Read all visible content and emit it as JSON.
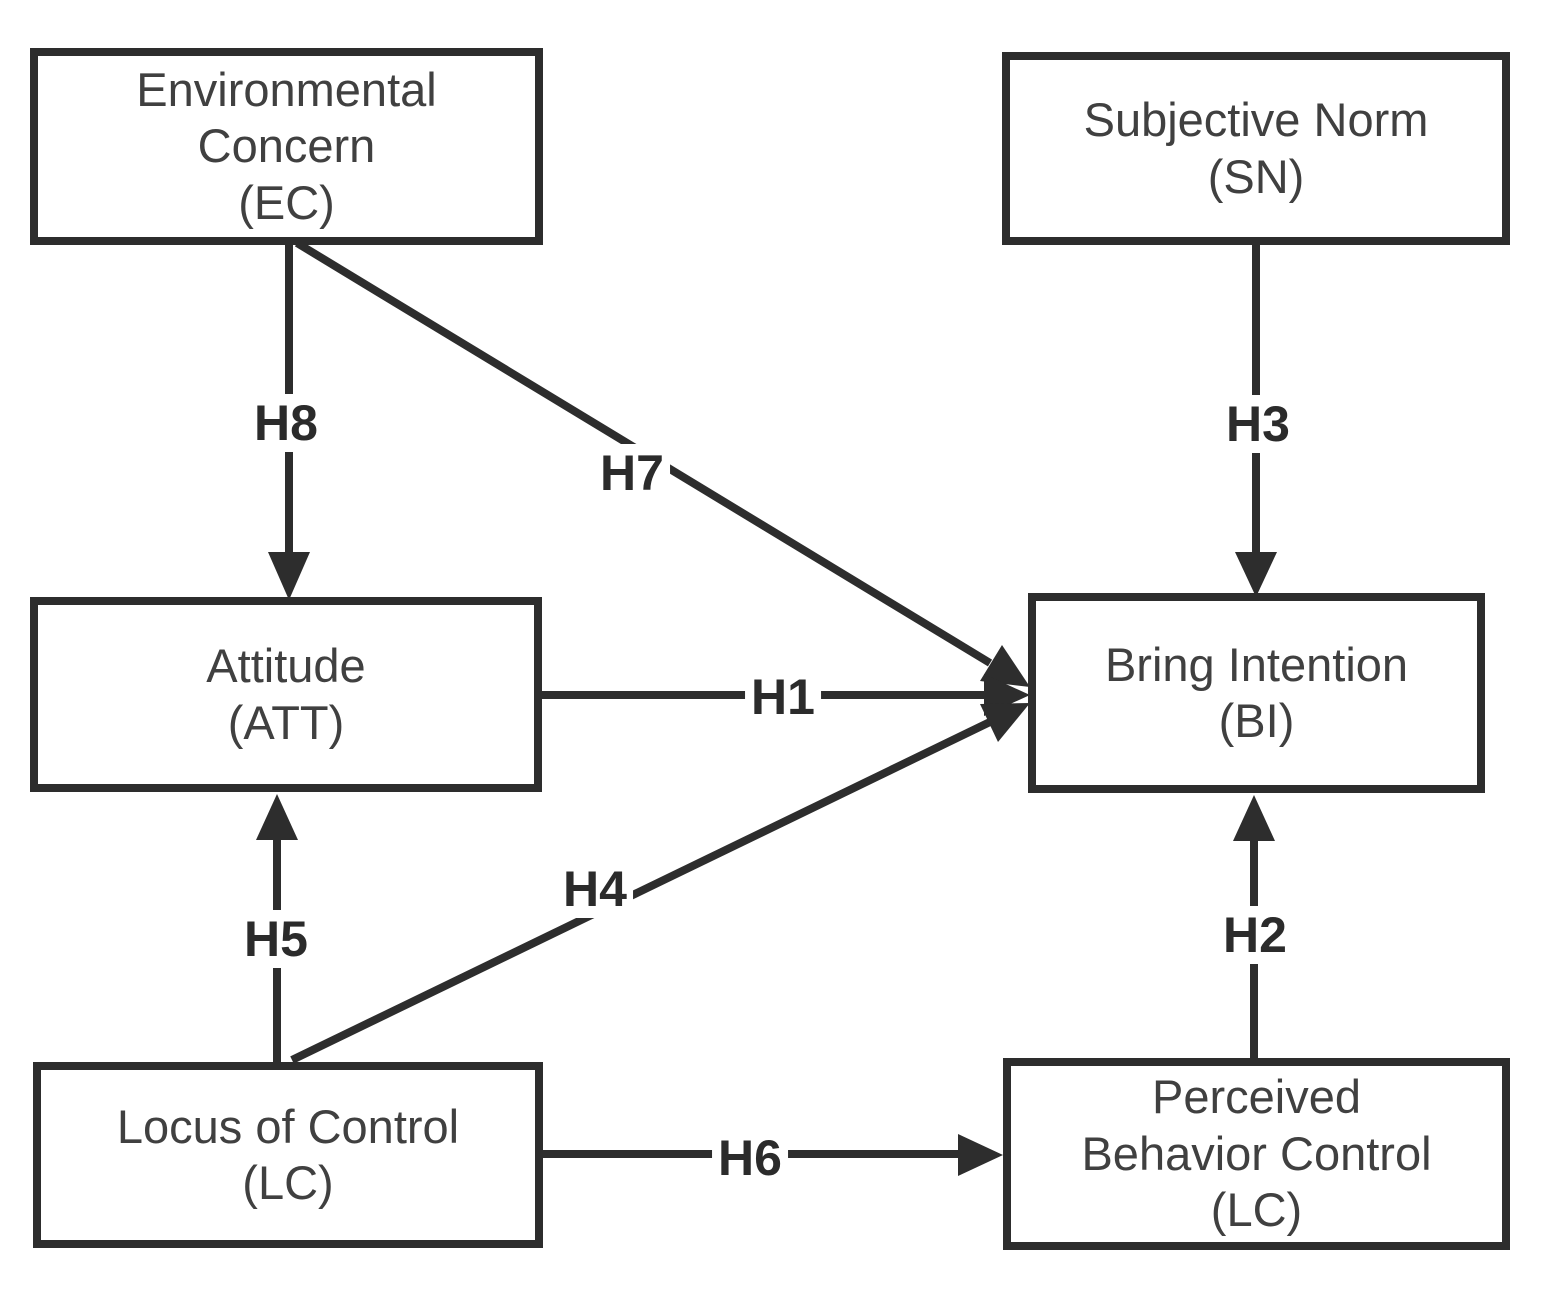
{
  "diagram": {
    "colors": {
      "ink": "#2d2d2d",
      "text": "#404040",
      "background": "#ffffff"
    },
    "nodes": [
      {
        "id": "EC",
        "lines": [
          "Environmental",
          "Concern",
          "(EC)"
        ]
      },
      {
        "id": "SN",
        "lines": [
          "Subjective Norm",
          "(SN)"
        ]
      },
      {
        "id": "ATT",
        "lines": [
          "Attitude",
          "(ATT)"
        ]
      },
      {
        "id": "BI",
        "lines": [
          "Bring Intention",
          "(BI)"
        ]
      },
      {
        "id": "LC",
        "lines": [
          "Locus of Control",
          "(LC)"
        ]
      },
      {
        "id": "PBC",
        "lines": [
          "Perceived",
          "Behavior Control",
          "(LC)"
        ]
      }
    ],
    "edges": [
      {
        "id": "H1",
        "label": "H1",
        "from": "ATT",
        "to": "BI"
      },
      {
        "id": "H2",
        "label": "H2",
        "from": "PBC",
        "to": "BI"
      },
      {
        "id": "H3",
        "label": "H3",
        "from": "SN",
        "to": "BI"
      },
      {
        "id": "H4",
        "label": "H4",
        "from": "LC",
        "to": "BI"
      },
      {
        "id": "H5",
        "label": "H5",
        "from": "LC",
        "to": "ATT"
      },
      {
        "id": "H6",
        "label": "H6",
        "from": "LC",
        "to": "PBC"
      },
      {
        "id": "H7",
        "label": "H7",
        "from": "EC",
        "to": "BI"
      },
      {
        "id": "H8",
        "label": "H8",
        "from": "EC",
        "to": "ATT"
      }
    ]
  }
}
